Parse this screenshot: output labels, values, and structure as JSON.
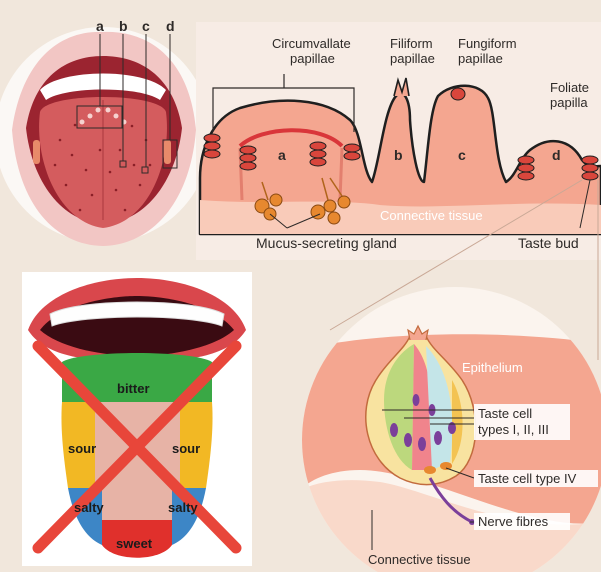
{
  "tongue_letters": {
    "a": "a",
    "b": "b",
    "c": "c",
    "d": "d"
  },
  "papillae": {
    "circumvallate_line1": "Circumvallate",
    "circumvallate_line2": "papillae",
    "filiform_line1": "Filiform",
    "filiform_line2": "papillae",
    "fungiform_line1": "Fungiform",
    "fungiform_line2": "papillae",
    "foliate_line1": "Foliate",
    "foliate_line2": "papilla",
    "letter_a": "a",
    "letter_b": "b",
    "letter_c": "c",
    "letter_d": "d",
    "connective_tissue": "Connective tissue",
    "mucus_gland": "Mucus-secreting gland",
    "taste_bud": "Taste bud"
  },
  "taste_map": {
    "bitter": "bitter",
    "sour_left": "sour",
    "sour_right": "sour",
    "salty_left": "salty",
    "salty_right": "salty",
    "sweet": "sweet"
  },
  "taste_bud_detail": {
    "epithelium": "Epithelium",
    "cell_types_line1": "Taste cell",
    "cell_types_line2": "types I, II, III",
    "cell_type_iv": "Taste cell type IV",
    "nerve_fibres": "Nerve fibres",
    "connective_tissue": "Connective tissue"
  },
  "colors": {
    "background": "#f1e7dc",
    "tissue_pink": "#f4a690",
    "tissue_light": "#f9cbb9",
    "bud_red": "#d9463c",
    "gland_orange": "#e7882f",
    "bitter_green": "#3aa845",
    "sour_yellow": "#f2b824",
    "salty_blue": "#3d86c6",
    "sweet_red": "#e0302c",
    "cross_red": "#e8463a"
  }
}
